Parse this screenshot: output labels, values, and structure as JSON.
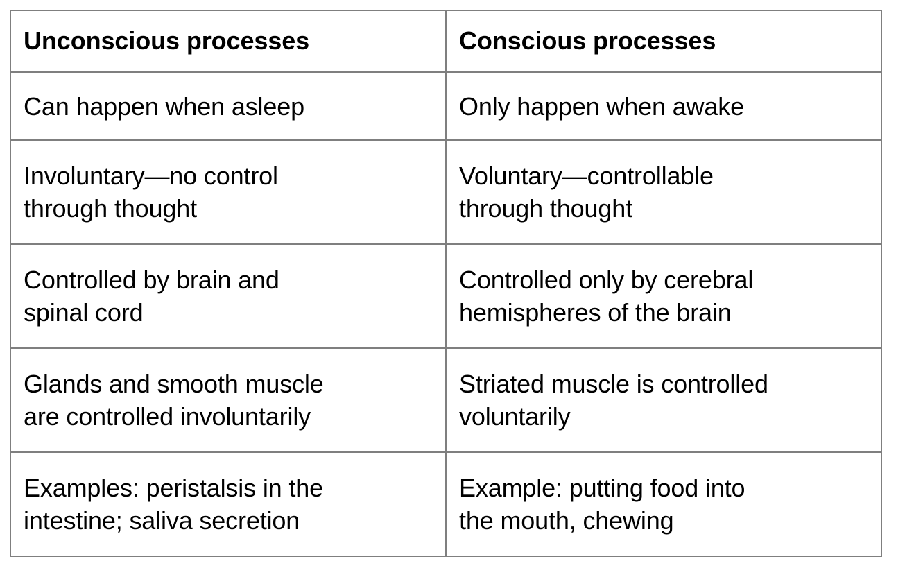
{
  "table": {
    "columns": [
      {
        "header": "Unconscious processes"
      },
      {
        "header": "Conscious processes"
      }
    ],
    "rows": [
      {
        "size": "single",
        "left": {
          "lines": [
            "Can happen when asleep"
          ]
        },
        "right": {
          "lines": [
            "Only happen when awake"
          ]
        }
      },
      {
        "size": "double",
        "left": {
          "lines": [
            "Involuntary—no control",
            "through thought"
          ]
        },
        "right": {
          "lines": [
            "Voluntary—controllable",
            "through thought"
          ]
        }
      },
      {
        "size": "double",
        "left": {
          "lines": [
            "Controlled by brain and",
            "spinal cord"
          ]
        },
        "right": {
          "lines": [
            "Controlled only by cerebral",
            "hemispheres of the brain"
          ]
        }
      },
      {
        "size": "double",
        "left": {
          "lines": [
            "Glands and smooth muscle",
            "are controlled involuntarily"
          ]
        },
        "right": {
          "lines": [
            "Striated muscle is controlled",
            "voluntarily"
          ]
        }
      },
      {
        "size": "double",
        "left": {
          "lines": [
            "Examples: peristalsis in the",
            "intestine; saliva secretion"
          ]
        },
        "right": {
          "lines": [
            "Example: putting food into",
            "the mouth, chewing"
          ]
        }
      }
    ]
  },
  "colors": {
    "border": "#7f7f7f",
    "text": "#000000",
    "background": "#ffffff"
  }
}
